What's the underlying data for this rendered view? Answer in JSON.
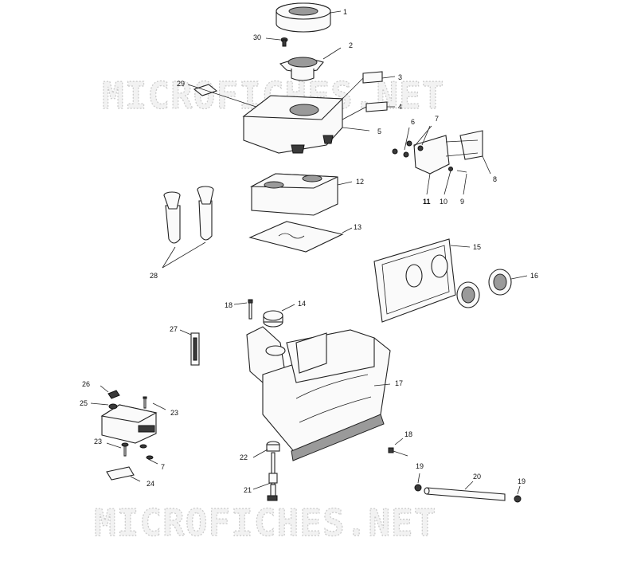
{
  "watermark": {
    "top": "MICROFICHES.NET",
    "bottom": "MICROFICHES.NET"
  },
  "callouts": {
    "c1": "1",
    "c2": "2",
    "c3": "3",
    "c4": "4",
    "c5": "5",
    "c6": "6",
    "c7a": "7",
    "c8": "8",
    "c9": "9",
    "c10": "10",
    "c11": "11",
    "c12": "12",
    "c13": "13",
    "c14": "14",
    "c15": "15",
    "c16": "16",
    "c17": "17",
    "c18a": "18",
    "c18b": "18",
    "c19a": "19",
    "c19b": "19",
    "c20": "20",
    "c21": "21",
    "c22": "22",
    "c23a": "23",
    "c23b": "23",
    "c24": "24",
    "c25": "25",
    "c26": "26",
    "c27": "27",
    "c28": "28",
    "c29": "29",
    "c30": "30",
    "c7b": "7"
  }
}
